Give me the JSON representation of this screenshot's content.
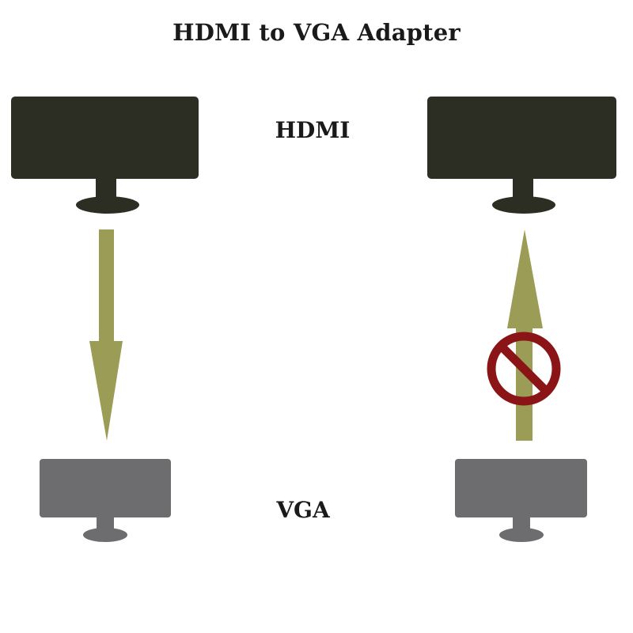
{
  "title": "HDMI to VGA Adapter",
  "labels": {
    "top": "HDMI",
    "bottom": "VGA"
  },
  "colors": {
    "hdmi_monitor": "#2d2e23",
    "vga_monitor": "#6d6d6f",
    "arrow": "#9b9c56",
    "prohibited_sign": "#8b1416"
  },
  "icons": {
    "top_monitors": "monitor-icon",
    "bottom_monitors": "monitor-icon",
    "left_arrow": "arrow-down-icon",
    "right_arrow": "arrow-up-icon",
    "forbidden": "no-entry-icon"
  }
}
